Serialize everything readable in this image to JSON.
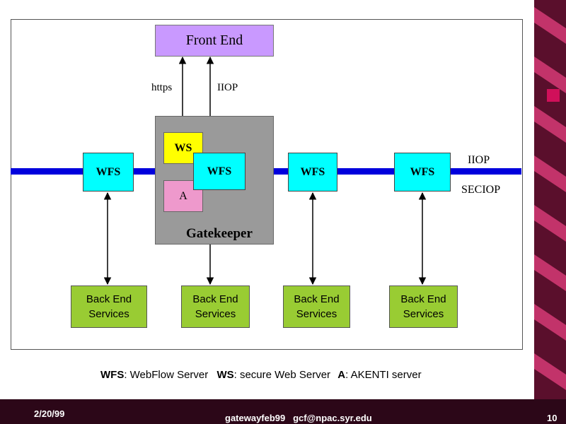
{
  "diagram": {
    "front_end": "Front End",
    "https_label": "https",
    "iiop_top_label": "IIOP",
    "gatekeeper_label": "Gatekeeper",
    "ws_box": "WS",
    "a_box": "A",
    "wfs_label": "WFS",
    "wfs_nodes": [
      "WFS",
      "WFS",
      "WFS",
      "WFS"
    ],
    "iiop_bus_label": "IIOP",
    "seciop_label": "SECIOP",
    "back_end_line1": "Back End",
    "back_end_line2": "Services",
    "legend": {
      "wfs_abbr": "WFS",
      "wfs_text": ": WebFlow Server",
      "ws_abbr": "WS",
      "ws_text": ": secure Web Server",
      "a_abbr": "A",
      "a_text": ": AKENTI server"
    }
  },
  "footer": {
    "date": "2/20/99",
    "center": "gatewayfeb99   gcf@npac.syr.edu",
    "page": "10"
  },
  "colors": {
    "front_end": "#c999ff",
    "gatekeeper": "#9a9a9a",
    "ws": "#ffff00",
    "a": "#ee99cc",
    "wfs": "#00ffff",
    "back_end": "#99cc33",
    "bus": "#0000dd",
    "sidebar": "#5a0f2c",
    "footer": "#2c0718"
  }
}
